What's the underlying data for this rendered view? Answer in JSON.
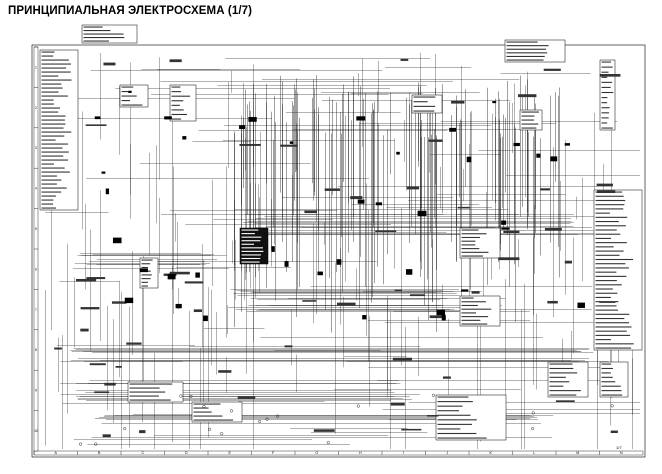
{
  "page": {
    "title": "ПРИНЦИПИАЛЬНАЯ ЭЛЕКТРОСХЕМА (1/7)"
  },
  "diagram": {
    "column_labels": [
      "A",
      "B",
      "C",
      "D",
      "E",
      "F",
      "G",
      "H",
      "I",
      "J",
      "K",
      "L",
      "M",
      "N"
    ],
    "row_labels": [
      "1",
      "2",
      "3",
      "4",
      "5",
      "6",
      "7",
      "8",
      "9",
      "10"
    ],
    "sheet_number": "1/7"
  }
}
